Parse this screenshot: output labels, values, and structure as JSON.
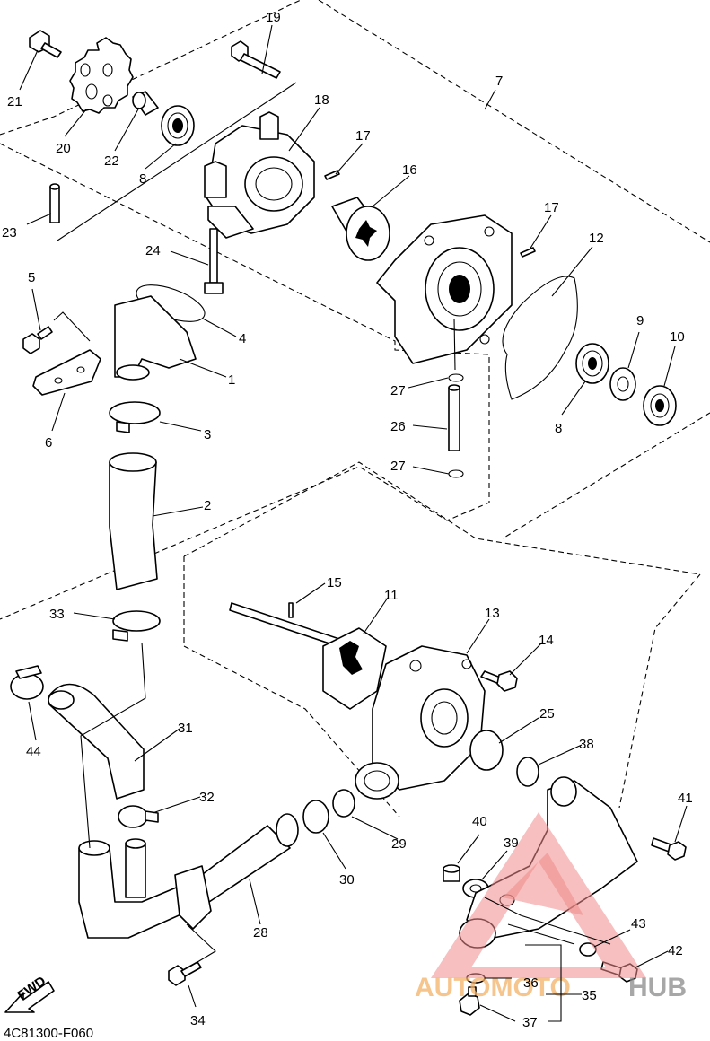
{
  "diagram": {
    "code": "4C81300-F060",
    "fwd": "FWD",
    "watermark": {
      "text1": "AUTOMOTO",
      "text2": "HUB",
      "color1": "#f4b267",
      "color2": "#8a8a8a",
      "accent": "#e85050"
    },
    "labels": {
      "l1": "1",
      "l2": "2",
      "l3": "3",
      "l4": "4",
      "l5": "5",
      "l6": "6",
      "l7": "7",
      "l8a": "8",
      "l8b": "8",
      "l9": "9",
      "l10": "10",
      "l11": "11",
      "l12": "12",
      "l13": "13",
      "l14": "14",
      "l15": "15",
      "l16": "16",
      "l17a": "17",
      "l17b": "17",
      "l18": "18",
      "l19": "19",
      "l20": "20",
      "l21": "21",
      "l22": "22",
      "l23": "23",
      "l24": "24",
      "l25": "25",
      "l26": "26",
      "l27a": "27",
      "l27b": "27",
      "l28": "28",
      "l29": "29",
      "l30": "30",
      "l31": "31",
      "l32": "32",
      "l33": "33",
      "l34": "34",
      "l35": "35",
      "l36": "36",
      "l37": "37",
      "l38": "38",
      "l39": "39",
      "l40": "40",
      "l41": "41",
      "l42": "42",
      "l43": "43",
      "l44": "44"
    }
  }
}
